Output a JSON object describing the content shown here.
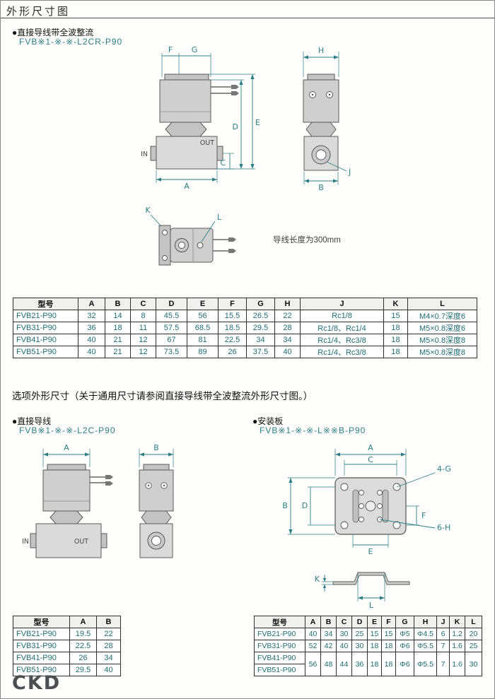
{
  "page": {
    "title": "外形尺寸图",
    "logo": "CKD"
  },
  "sec1": {
    "bullet": "●直接导线带全波整流",
    "code": "FVB※1-※-※-L2CR-P90",
    "wire_note": "导线长度为300mm"
  },
  "sec2": {
    "heading": "选项外形尺寸（关于通用尺寸请参阅直接导线带全波整流外形尺寸图。）",
    "left_bullet": "●直接导线",
    "left_code": "FVB※1-※-※-L2C-P90",
    "right_bullet": "●安装板",
    "right_code": "FVB※1-※-※-L※※B-P90"
  },
  "dims": {
    "A": "A",
    "B": "B",
    "C": "C",
    "D": "D",
    "E": "E",
    "F": "F",
    "G": "G",
    "H": "H",
    "J": "J",
    "K": "K",
    "L": "L",
    "IN": "IN",
    "OUT": "OUT",
    "G4": "4-G",
    "H6": "6-H"
  },
  "table1": {
    "headers": [
      "型号",
      "A",
      "B",
      "C",
      "D",
      "E",
      "F",
      "G",
      "H",
      "J",
      "K",
      "L"
    ],
    "rows": [
      [
        "FVB21-P90",
        "32",
        "14",
        "8",
        "45.5",
        "56",
        "15.5",
        "26.5",
        "22",
        "Rc1/8",
        "15",
        "M4×0.7深度6"
      ],
      [
        "FVB31-P90",
        "36",
        "18",
        "11",
        "57.5",
        "68.5",
        "18.5",
        "29.5",
        "28",
        "Rc1/8、Rc1/4",
        "18",
        "M5×0.8深度6"
      ],
      [
        "FVB41-P90",
        "40",
        "21",
        "12",
        "67",
        "81",
        "22.5",
        "34",
        "34",
        "Rc1/4、Rc3/8",
        "18",
        "M5×0.8深度8"
      ],
      [
        "FVB51-P90",
        "40",
        "21",
        "12",
        "73.5",
        "89",
        "26",
        "37.5",
        "40",
        "Rc1/4、Rc3/8",
        "18",
        "M5×0.8深度8"
      ]
    ]
  },
  "table2": {
    "headers": [
      "型号",
      "A",
      "B"
    ],
    "rows": [
      [
        "FVB21-P90",
        "19.5",
        "22"
      ],
      [
        "FVB31-P90",
        "22.5",
        "28"
      ],
      [
        "FVB41-P90",
        "26",
        "34"
      ],
      [
        "FVB51-P90",
        "29.5",
        "40"
      ]
    ]
  },
  "table3": {
    "headers": [
      "型号",
      "A",
      "B",
      "C",
      "D",
      "E",
      "F",
      "G",
      "H",
      "J",
      "K",
      "L"
    ],
    "rows": [
      [
        "FVB21-P90",
        "40",
        "34",
        "30",
        "25",
        "15",
        "15",
        "Φ5",
        "Φ4.5",
        "6",
        "1.2",
        "20"
      ],
      [
        "FVB31-P90",
        "52",
        "42",
        "40",
        "30",
        "18",
        "18",
        "Φ6",
        "Φ5.5",
        "7",
        "1.6",
        "25"
      ],
      [
        "FVB41-P90"
      ],
      [
        "FVB51-P90"
      ]
    ],
    "merged": [
      "56",
      "48",
      "44",
      "36",
      "18",
      "18",
      "Φ6",
      "Φ5.5",
      "7",
      "1.6",
      "30"
    ]
  }
}
